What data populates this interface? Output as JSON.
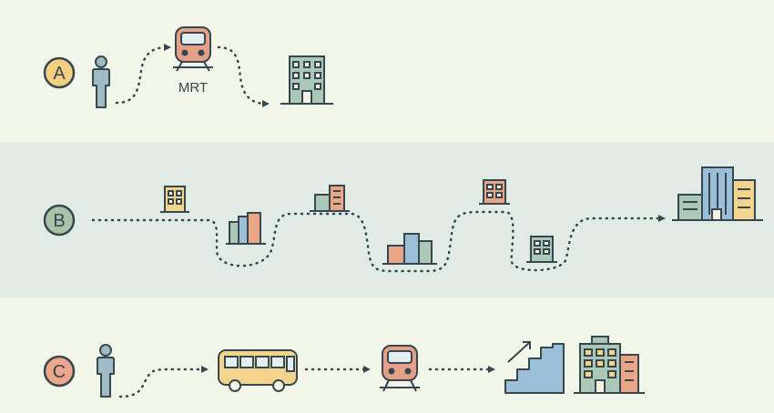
{
  "rows": {
    "a": {
      "label": "A",
      "color": "#f4cf82",
      "vehicle_label": "MRT"
    },
    "b": {
      "label": "B",
      "color": "#a8c3a8"
    },
    "c": {
      "label": "C",
      "color": "#eda58b"
    }
  },
  "icons": {
    "a": [
      "person-icon",
      "train-icon",
      "office-building-icon"
    ],
    "b": [
      "building-icon",
      "building-cluster-icon",
      "building-icon",
      "building-cluster-icon",
      "building-icon",
      "building-icon",
      "city-skyline-icon"
    ],
    "c": [
      "person-icon",
      "bus-icon",
      "train-icon",
      "stairs-up-icon",
      "office-building-icon"
    ]
  },
  "palette": {
    "line": "#37474f",
    "person": "#9fbcc4",
    "train": "#e5a087",
    "bus": "#f2d48c",
    "building_green": "#a9c8b5",
    "building_blue": "#9bbfd6",
    "building_yellow": "#f2d48c",
    "building_orange": "#e9a584"
  }
}
